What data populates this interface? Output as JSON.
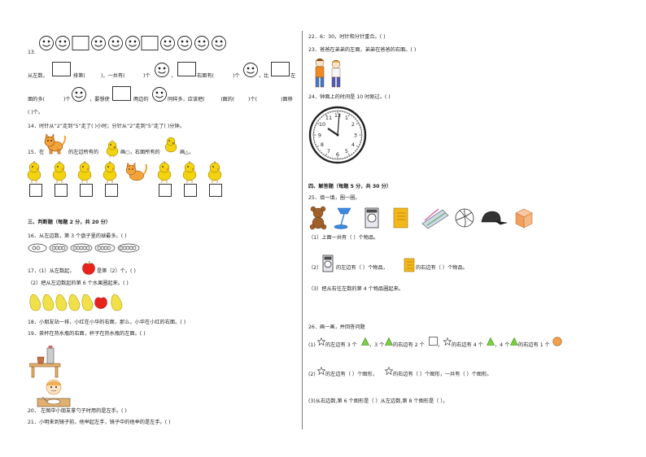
{
  "left": {
    "q13_label": "13.",
    "q13_line1": [
      "从左数，",
      "排第(",
      ")，一共有(",
      ")个",
      "，",
      "右面有(",
      ")个",
      "，比",
      "左"
    ],
    "q13_line2": [
      "面的多(",
      ")个",
      "，要想使",
      "两边的",
      "同样多，应该把(",
      ")面的(",
      ")个(",
      ")面移"
    ],
    "q13_line3": "(      )个。",
    "q14": "14．时针从“2”走到“5”走了(      )小时；分针从“2”走到“5”走了(      )分钟。",
    "q15_a": "15．在",
    "q15_b": "的左边所有的",
    "q15_c": "画○，右面所有的",
    "q15_d": "画△。",
    "section3": "三、判断题（每题 2 分，共 20 分）",
    "q16": "16．从左边数，第 3 个盘子里的球最多。(        )",
    "q17_a": "17．(1）从左数起，",
    "q17_b": "是第（2）个。(        )",
    "q17_c": "（2）把从左边数起的第 6 个水果圈起来。(        )",
    "q18": "18．小朋友站一排，小红在小华的右面，那么，小华在小红的右面。(        )",
    "q19": "19．茶杯在热水瓶的右面，杯子在热水瓶的左面。(        )",
    "q20": "20．              左图中小朋友拿勺子时用的是左手。(        )",
    "q21": "21．小明来到镜子前，他举起左手，镜子中的他举的是左手。(        )"
  },
  "right": {
    "q22": "22．6：30，时针和分针重合。(        )",
    "q23": "23．爸爸在弟弟的左面，弟弟在爸爸的右面。(        )",
    "q24": "24．钟面上的时间是 10 时刚过。(        )",
    "section4": "四、解答题（每题 5 分，共 30 分）",
    "q25": "25．填一填，圈一圈。",
    "q25_1": "（1）上面一共有（    ）个物品。",
    "q25_2a": "（2）",
    "q25_2b": "的左边有（    ）个物品，",
    "q25_2c": "的右边有（    ）个物品。",
    "q25_3": "（3）把从右往左数的第 4 个物品圈起来。",
    "q26": "26．画一画，并回答问题",
    "q26_1a": "(1)",
    "q26_1b": "的左边有 3 个",
    "q26_1c": "，3 个",
    "q26_1d": "的右边有 2 个",
    "q26_1e": "，",
    "q26_1f": "的右边有 4 个",
    "q26_1g": "，4 个",
    "q26_1h": "的右边有 1 个",
    "q26_2a": "(2)",
    "q26_2b": "的左边有（    ）个图形，",
    "q26_2c": "的右边有（    ）个图形，一共有（    ）个图形。",
    "q26_3": "(3)从右边数,第 6 个图形是（    ）从左边数,第 8 个图形是（    ）。"
  },
  "colors": {
    "chick": "#f3d20f",
    "apple": "#e8231c",
    "pear": "#f0e04a",
    "orange": "#f0a050"
  }
}
